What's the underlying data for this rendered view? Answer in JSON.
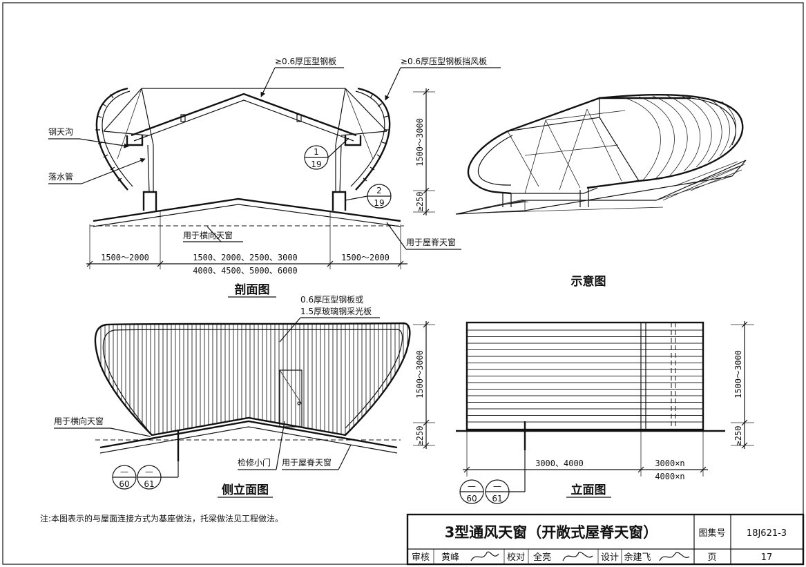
{
  "section": {
    "title": "剖面图",
    "label_steel_sheet": "≥0.6厚压型钢板",
    "label_wind_sheet": "≥0.6厚压型钢板挡风板",
    "label_gutter": "钢天沟",
    "label_downpipe": "落水管",
    "label_transverse": "用于横向天窗",
    "label_ridge": "用于屋脊天窗",
    "ref1_top": "1",
    "ref1_bottom": "19",
    "ref2_top": "2",
    "ref2_bottom": "19",
    "dim_left": "1500～2000",
    "dim_mid1": "1500、2000、2500、3000",
    "dim_mid2": "4000、4500、5000、6000",
    "dim_right": "1500～2000",
    "dim_height": "1500～3000",
    "dim_base": "≥250"
  },
  "schematic": {
    "title": "示意图"
  },
  "side": {
    "title": "侧立面图",
    "label_panel1": "0.6厚压型钢板或",
    "label_panel2": "1.5厚玻璃钢采光板",
    "label_transverse": "用于横向天窗",
    "label_door": "检修小门",
    "label_ridge": "用于屋脊天窗",
    "ref_a_top": "—",
    "ref_a_bottom": "60",
    "ref_b_top": "—",
    "ref_b_bottom": "61"
  },
  "front": {
    "title": "立面图",
    "dim_height": "1500～3000",
    "dim_base": "≥250",
    "dim_width": "3000、4000",
    "dim_n1": "3000×n",
    "dim_n2": "4000×n",
    "ref_a_top": "—",
    "ref_a_bottom": "60",
    "ref_b_top": "—",
    "ref_b_bottom": "61"
  },
  "note": "注:本图表示的与屋面连接方式为基座做法，托梁做法见工程做法。",
  "title_block": {
    "title": "3型通风天窗（开敞式屋脊天窗）",
    "atlas_label": "图集号",
    "atlas_no": "18J621-3",
    "review_label": "审核",
    "review_name": "黄峰",
    "check_label": "校对",
    "check_name": "全亮",
    "design_label": "设计",
    "design_name": "余建飞",
    "page_label": "页",
    "page_no": "17"
  }
}
